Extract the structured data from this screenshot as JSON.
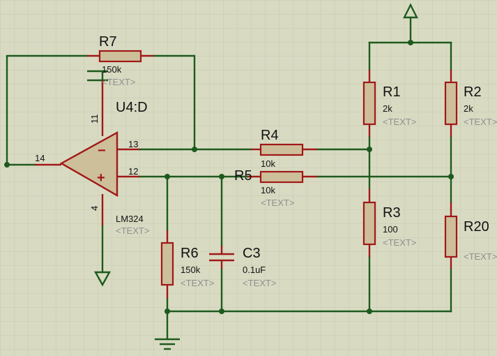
{
  "colors": {
    "background": "#d8dbc2",
    "wire": "#1e5a1e",
    "component": "#a01818",
    "body_fill": "#cdbf9a"
  },
  "opamp": {
    "ref": "U4:D",
    "model": "LM324",
    "text": "<TEXT>",
    "pin_output": "14",
    "pin_inv": "13",
    "pin_noninv": "12",
    "pin_vcc": "11",
    "pin_gnd": "4",
    "sign_minus": "−",
    "sign_plus": "+"
  },
  "r7": {
    "ref": "R7",
    "value": "150k",
    "text": "<TEXT>"
  },
  "r4": {
    "ref": "R4",
    "value": "10k",
    "text": ""
  },
  "r5": {
    "ref": "R5",
    "value": "10k",
    "text": "<TEXT>"
  },
  "r1": {
    "ref": "R1",
    "value": "2k",
    "text": "<TEXT>"
  },
  "r2": {
    "ref": "R2",
    "value": "2k",
    "text": "<TEXT>"
  },
  "r3": {
    "ref": "R3",
    "value": "100",
    "text": "<TEXT>"
  },
  "r20": {
    "ref": "R20",
    "value": "",
    "text": "<TEXT>"
  },
  "r6": {
    "ref": "R6",
    "value": "150k",
    "text": "<TEXT>"
  },
  "c3": {
    "ref": "C3",
    "value": "0.1uF",
    "text": "<TEXT>"
  }
}
